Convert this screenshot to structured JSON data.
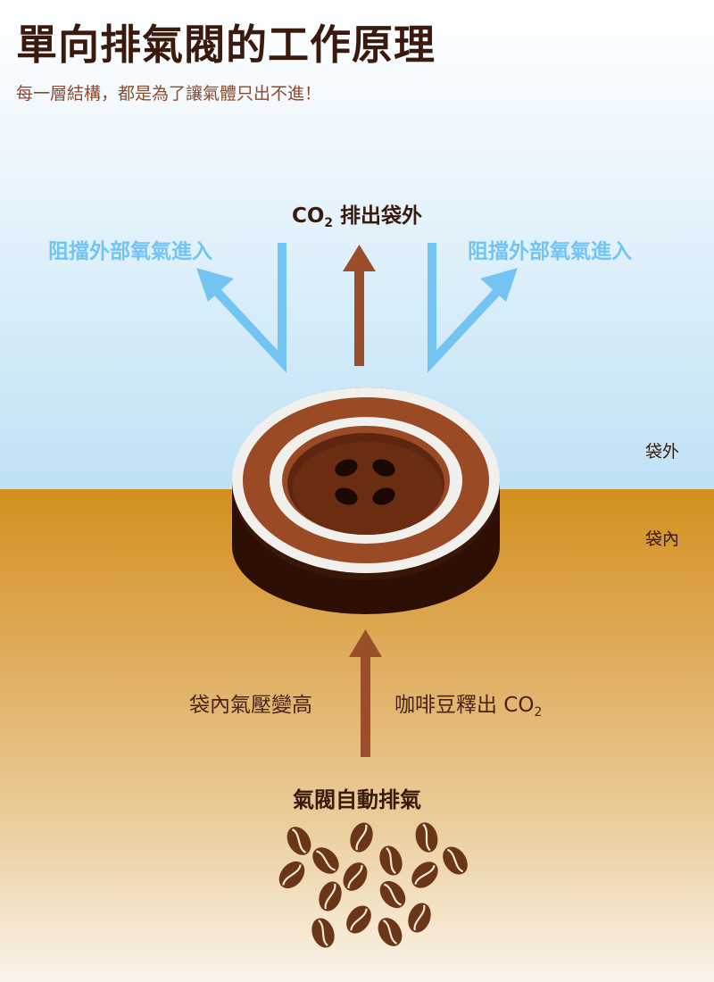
{
  "title": "單向排氣閥的工作原理",
  "subtitle": "每一層結構，都是為了讓氣體只出不進！",
  "labels": {
    "co2_out_base": "CO",
    "co2_out_sub": "2",
    "co2_out_suffix": " 排出袋外",
    "block_left": "阻擋外部氧氣進入",
    "block_right": "阻擋外部氧氣進入",
    "outside_bag": "袋外",
    "inside_bag": "袋內",
    "pressure_up": "袋內氣壓變高",
    "beans_release_base": "咖啡豆釋出 CO",
    "beans_release_sub": "2",
    "auto_vent": "氣閥自動排氣"
  },
  "colors": {
    "title": "#3a1a0c",
    "subtitle": "#8c4a2c",
    "oxygen_arrow": "#74c4f3",
    "co2_arrow": "#9a4f2a",
    "valve_dark": "#3a1608",
    "valve_mid": "#9a4a24",
    "valve_ring": "#f2f0ec",
    "bean": "#6b3518",
    "sky": "#bfe2f5",
    "bag": "#d3901f"
  },
  "icons": [
    "valve-icon",
    "coffee-bean-icon",
    "arrow-up-icon",
    "arrow-diagonal-icon"
  ]
}
